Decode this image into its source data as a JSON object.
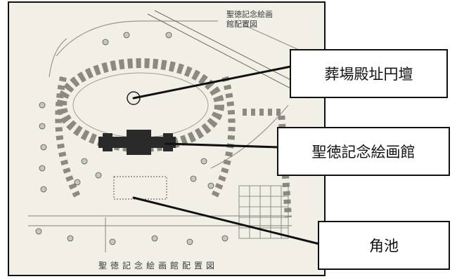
{
  "map": {
    "corner_title_line1": "聖徳記念絵画",
    "corner_title_line2": "館配置図",
    "bottom_caption": "聖徳記念絵画館配置図"
  },
  "callouts": [
    {
      "label": "葬場殿址円壇"
    },
    {
      "label": "聖徳記念絵画館"
    },
    {
      "label": "角池"
    }
  ],
  "colors": {
    "paper": "#f1efe6",
    "ink": "#111111",
    "building": "#2a2a2a"
  }
}
